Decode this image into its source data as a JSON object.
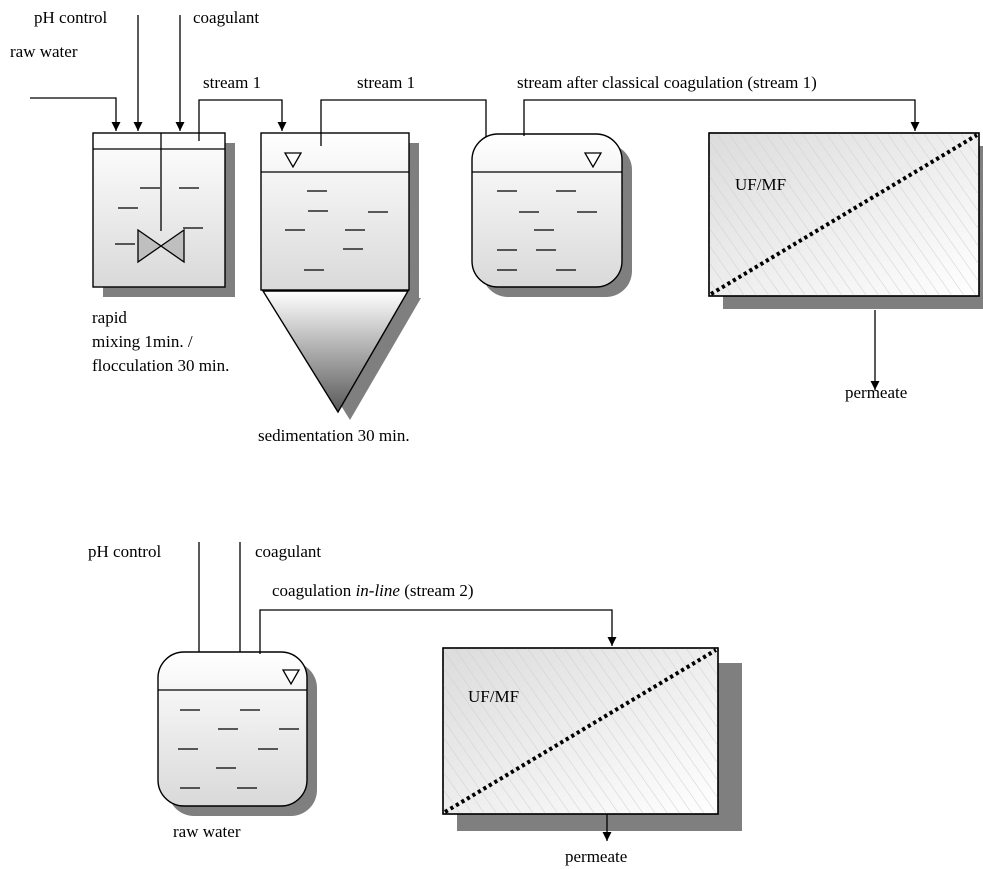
{
  "diagram_top": {
    "labels": {
      "ph_control": "pH control",
      "coagulant": "coagulant",
      "raw_water": "raw water",
      "stream1_a": "stream 1",
      "stream1_b": "stream 1",
      "stream_after": "stream after classical coagulation (stream 1)",
      "uf_mf": "UF/MF",
      "rapid": "rapid",
      "mixing": "mixing 1min. /",
      "flocculation": "flocculation 30 min.",
      "sedimentation": "sedimentation 30 min.",
      "permeate": "permeate"
    }
  },
  "diagram_bottom": {
    "labels": {
      "ph_control": "pH control",
      "coagulant": "coagulant",
      "coag_prefix": "coagulation ",
      "coag_italic": "in-line",
      "coag_suffix": " (stream 2)",
      "uf_mf": "UF/MF",
      "raw_water": "raw water",
      "permeate": "permeate"
    }
  }
}
